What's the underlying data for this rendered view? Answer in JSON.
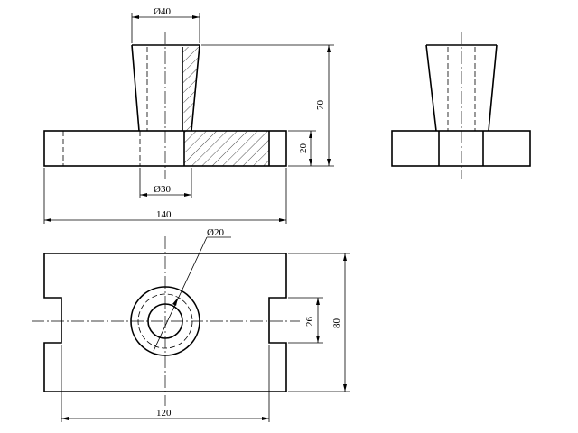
{
  "dimensions": {
    "top_diameter": "Ø40",
    "hole_diameter": "Ø30",
    "height_total": "70",
    "base_height": "20",
    "length": "140",
    "plan_hole_diameter": "Ø20",
    "slot_width": "26",
    "width": "80",
    "inner_length": "120"
  }
}
